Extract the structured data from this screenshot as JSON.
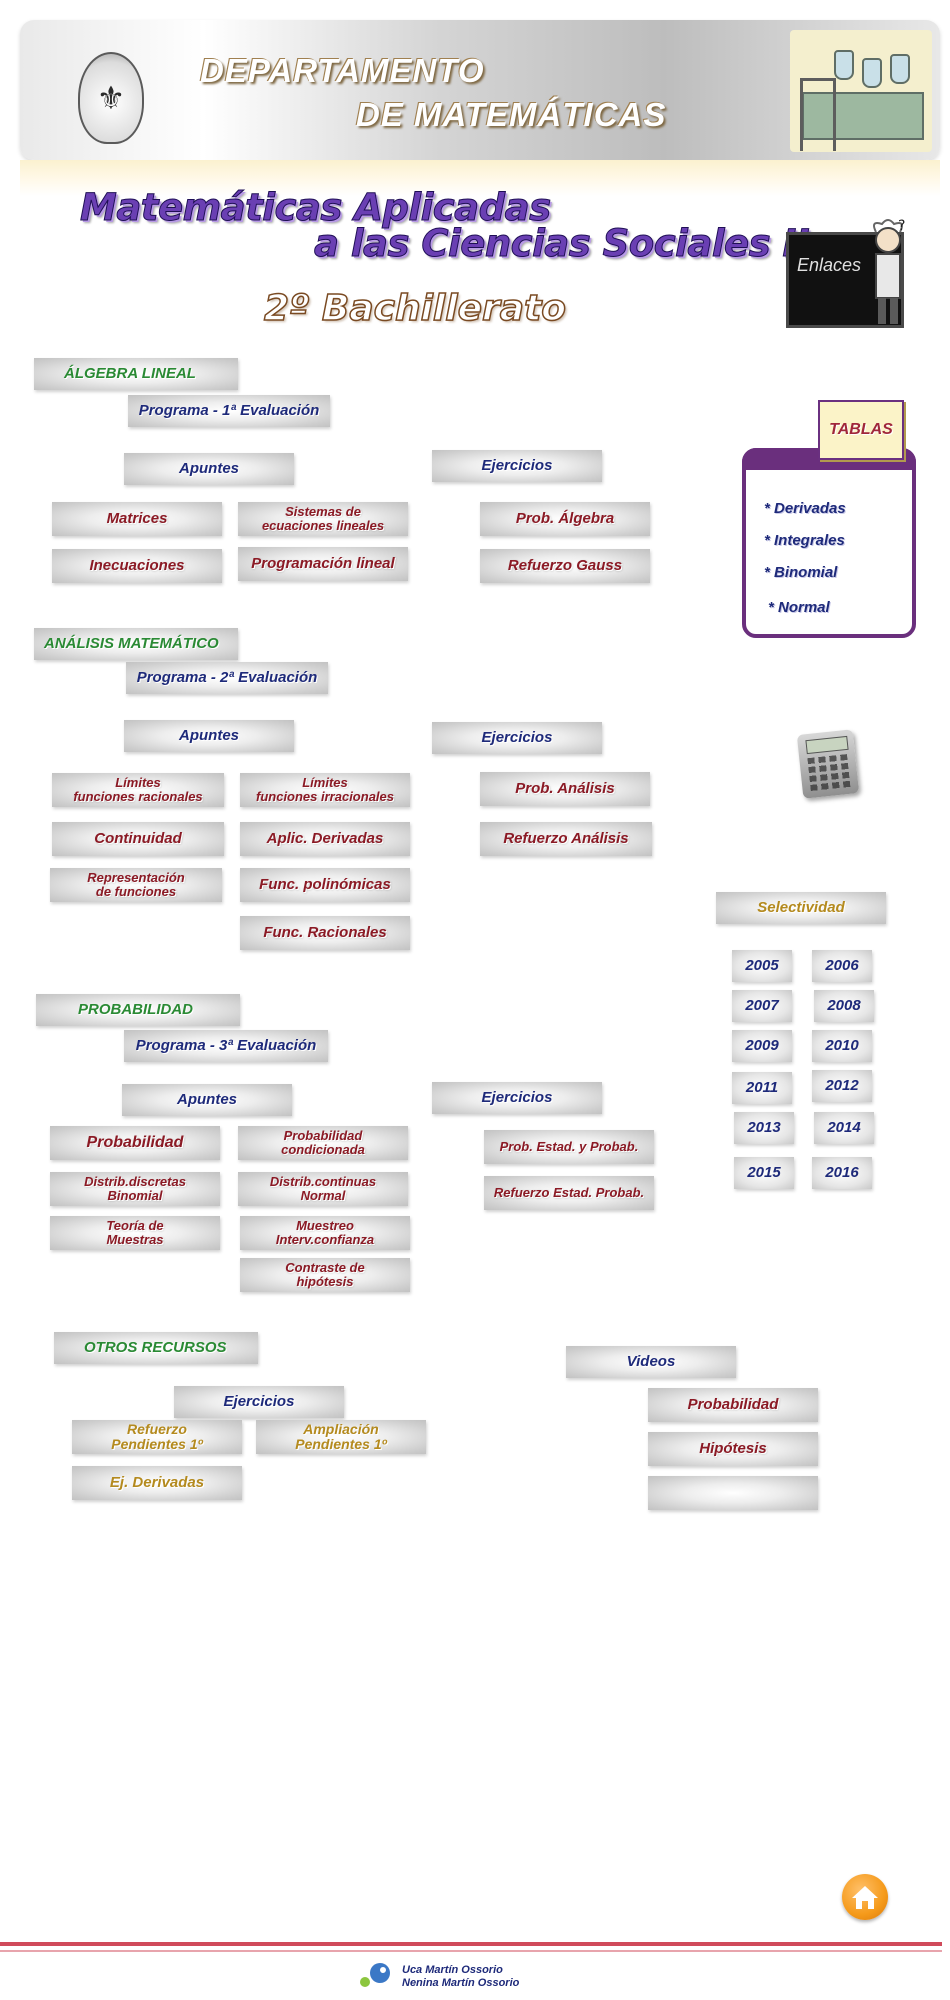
{
  "header": {
    "line1": "DEPARTAMENTO",
    "line2": "DE  MATEMÁTICAS"
  },
  "title": {
    "line1": "Matemáticas Aplicadas",
    "line2": "a las Ciencias Sociales II",
    "course": "2º Bachillerato"
  },
  "links_label": "Enlaces",
  "sections": {
    "algebra": {
      "heading": "ÁLGEBRA LINEAL",
      "program": "Programa - 1ª Evaluación",
      "apuntes": "Apuntes",
      "ejercicios": "Ejercicios",
      "notes": [
        "Matrices",
        "Sistemas de\necuaciones lineales",
        "Inecuaciones",
        "Programación lineal"
      ],
      "exercises": [
        "Prob. Álgebra",
        "Refuerzo Gauss"
      ]
    },
    "analisis": {
      "heading": "ANÁLISIS MATEMÁTICO",
      "program": "Programa - 2ª Evaluación",
      "apuntes": "Apuntes",
      "ejercicios": "Ejercicios",
      "notes": [
        "Límites\nfunciones racionales",
        "Límites\nfunciones irracionales",
        "Continuidad",
        "Aplic.  Derivadas",
        "Representación\nde funciones",
        "Func. polinómicas",
        "Func. Racionales"
      ],
      "exercises": [
        "Prob. Análisis",
        "Refuerzo Análisis"
      ]
    },
    "probabilidad": {
      "heading": "PROBABILIDAD",
      "program": "Programa - 3ª Evaluación",
      "apuntes": "Apuntes",
      "ejercicios": "Ejercicios",
      "notes": [
        "Probabilidad",
        "Probabilidad\ncondicionada",
        "Distrib.discretas\nBinomial",
        "Distrib.continuas\nNormal",
        "Teoría de\nMuestras",
        "Muestreo\nInterv.confianza",
        "Contraste de\nhipótesis"
      ],
      "exercises": [
        "Prob. Estad. y Probab.",
        "Refuerzo Estad. Probab."
      ]
    },
    "otros": {
      "heading": "OTROS RECURSOS",
      "ejercicios": "Ejercicios",
      "items": [
        "Refuerzo\nPendientes 1º",
        "Ampliación\nPendientes 1º",
        "Ej.  Derivadas"
      ],
      "videos": "Videos",
      "video_items": [
        "Probabilidad",
        "Hipótesis",
        ""
      ]
    }
  },
  "tables": {
    "label": "TABLAS",
    "items": [
      "* Derivadas",
      "* Integrales",
      "* Binomial",
      "* Normal"
    ]
  },
  "selectividad": {
    "label": "Selectividad",
    "years": [
      "2005",
      "2006",
      "2007",
      "2008",
      "2009",
      "2010",
      "2011",
      "2012",
      "2013",
      "2014",
      "2015",
      "2016"
    ]
  },
  "footer": {
    "authors": [
      "Uca Martín Ossorio",
      "Nenina Martín Ossorio"
    ]
  },
  "colors": {
    "accent_purple": "#6a2f7d",
    "note_red": "#8b1a25",
    "navy": "#1e2a7a",
    "heading_green": "#2a8a34",
    "gold": "#b48a1e",
    "footer_red": "#d04a5b"
  }
}
